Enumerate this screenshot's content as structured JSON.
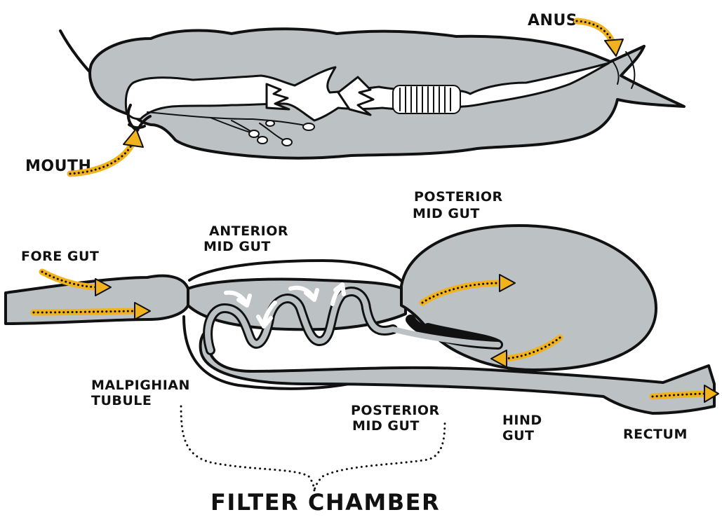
{
  "labels": {
    "anus": "ANUS",
    "mouth": "MOUTH",
    "fore_gut": "FORE GUT",
    "anterior_mid_gut": [
      "ANTERIOR",
      "MID GUT"
    ],
    "posterior_mid_gut_top": [
      "POSTERIOR",
      "MID GUT"
    ],
    "malpighian_tubule": [
      "MALPIGHIAN",
      "TUBULE"
    ],
    "posterior_mid_gut_bottom": [
      "POSTERIOR",
      "MID GUT"
    ],
    "hind_gut": [
      "HIND",
      "GUT"
    ],
    "rectum": "RECTUM",
    "filter_chamber": "FILTER CHAMBER"
  },
  "colors": {
    "body_gray": "#bcc2c4",
    "flow_arrow": "#f2b21c",
    "ink": "#111111"
  }
}
